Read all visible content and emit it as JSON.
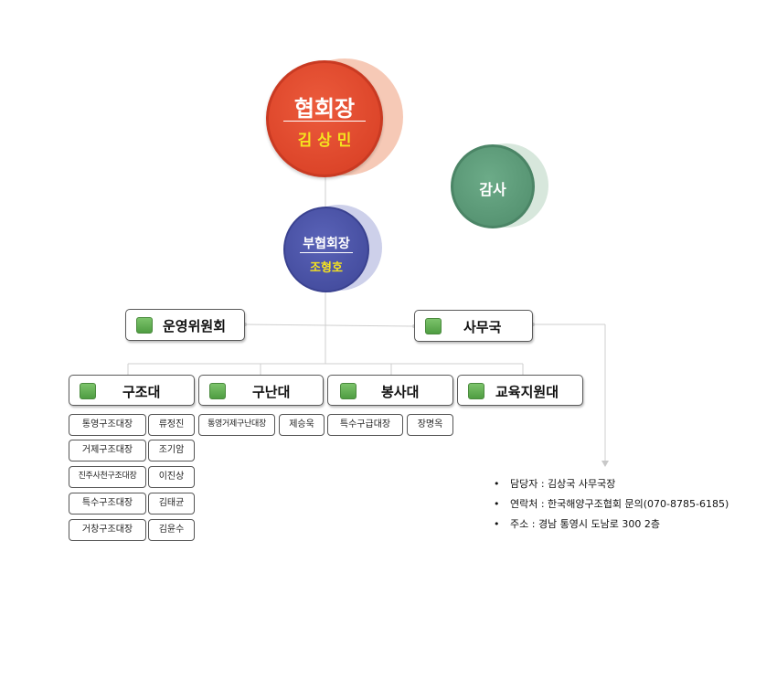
{
  "president": {
    "title": "협회장",
    "name": "김 상 민"
  },
  "auditor": {
    "title": "감사"
  },
  "vice_president": {
    "title": "부협회장",
    "name": "조형호"
  },
  "committees": [
    {
      "label": "운영위원회"
    },
    {
      "label": "사무국"
    }
  ],
  "divisions": [
    {
      "label": "구조대"
    },
    {
      "label": "구난대"
    },
    {
      "label": "봉사대"
    },
    {
      "label": "교육지원대"
    }
  ],
  "rescue_units": [
    {
      "unit": "통영구조대장",
      "person": "류정진"
    },
    {
      "unit": "거제구조대장",
      "person": "조기암"
    },
    {
      "unit": "진주사천구조대장",
      "person": "이진상"
    },
    {
      "unit": "특수구조대장",
      "person": "김태균"
    },
    {
      "unit": "거창구조대장",
      "person": "김윤수"
    }
  ],
  "salvage_units": [
    {
      "unit": "통영거제구난대장",
      "person": "제승욱"
    }
  ],
  "service_units": [
    {
      "unit": "특수구급대장",
      "person": "장명옥"
    }
  ],
  "contact": [
    {
      "text": "담당자 : 김상국 사무국장"
    },
    {
      "text": "연락처 : 한국해양구조협회 문의(070-8785-6185)"
    },
    {
      "text": "주소 : 경남 통영시 도남로 300 2층"
    }
  ],
  "colors": {
    "president": "#e0482b",
    "auditor": "#5e9e7c",
    "vice_president": "#4a52a8",
    "name_highlight": "#f5e21f",
    "square_green": "#5aa84a"
  }
}
